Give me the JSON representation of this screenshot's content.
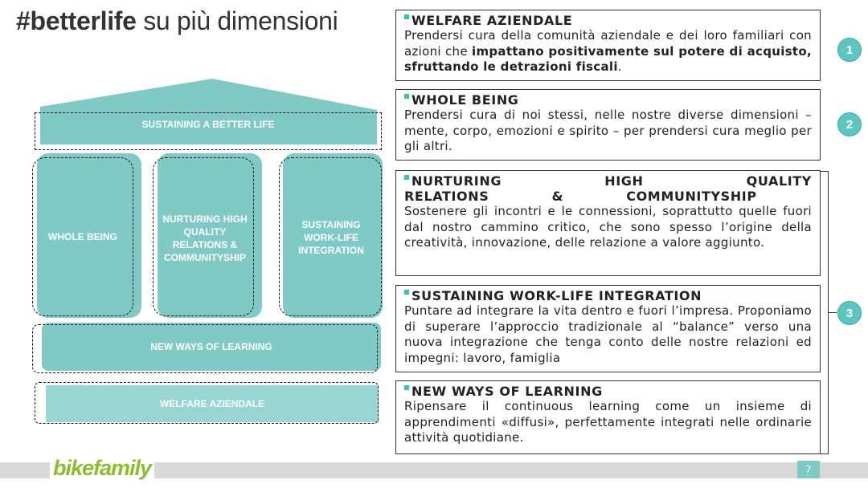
{
  "title": {
    "bold": "#betterlife",
    "rest": " su più dimensioni"
  },
  "diagram": {
    "roof": "SUSTAINING A BETTER LIFE",
    "pillars": [
      "WHOLE BEING",
      "NURTURING HIGH QUALITY RELATIONS & COMMUNITYSHIP",
      "SUSTAINING WORK-LIFE INTEGRATION"
    ],
    "learning": "NEW WAYS OF LEARNING",
    "welfare": "WELFARE AZIENDALE"
  },
  "boxes": [
    {
      "head": "WELFARE AZIENDALE",
      "body_a": "Prendersi cura della comunità aziendale e dei loro familiari con azioni che ",
      "body_bold": "impattano positivamente sul potere di acquisto, sfruttando le detrazioni fiscali",
      "body_b": "."
    },
    {
      "head": "WHOLE BEING",
      "body": "Prendersi cura di noi stessi, nelle nostre diverse dimensioni – mente, corpo, emozioni e spirito – per prendersi cura meglio per gli altri."
    },
    {
      "head": "NURTURING HIGH QUALITY RELATIONS & COMMUNITYSHIP",
      "body": "Sostenere gli incontri e le connessioni, soprattutto quelle fuori dal nostro cammino critico, che sono spesso l’origine della creatività, innovazione, delle relazione a valore aggiunto."
    },
    {
      "head": "SUSTAINING WORK-LIFE INTEGRATION",
      "body": "Puntare ad integrare la vita dentro e fuori l’impresa. Proponiamo di superare l’approccio tradizionale al “balance” verso una nuova integrazione che tenga conto delle nostre relazioni ed impegni: lavoro, famiglia"
    },
    {
      "head": "NEW WAYS OF LEARNING",
      "body": "Ripensare il continuous learning come un insieme di apprendimenti «diffusi», perfettamente integrati nelle ordinarie attività quotidiane."
    }
  ],
  "numbers": [
    "1",
    "2",
    "3"
  ],
  "footer": {
    "logo": "bikefamily",
    "page": "7"
  },
  "colors": {
    "teal": "#7fcac5",
    "accent": "#36c2b4",
    "logo_green": "#8bbd2b"
  }
}
